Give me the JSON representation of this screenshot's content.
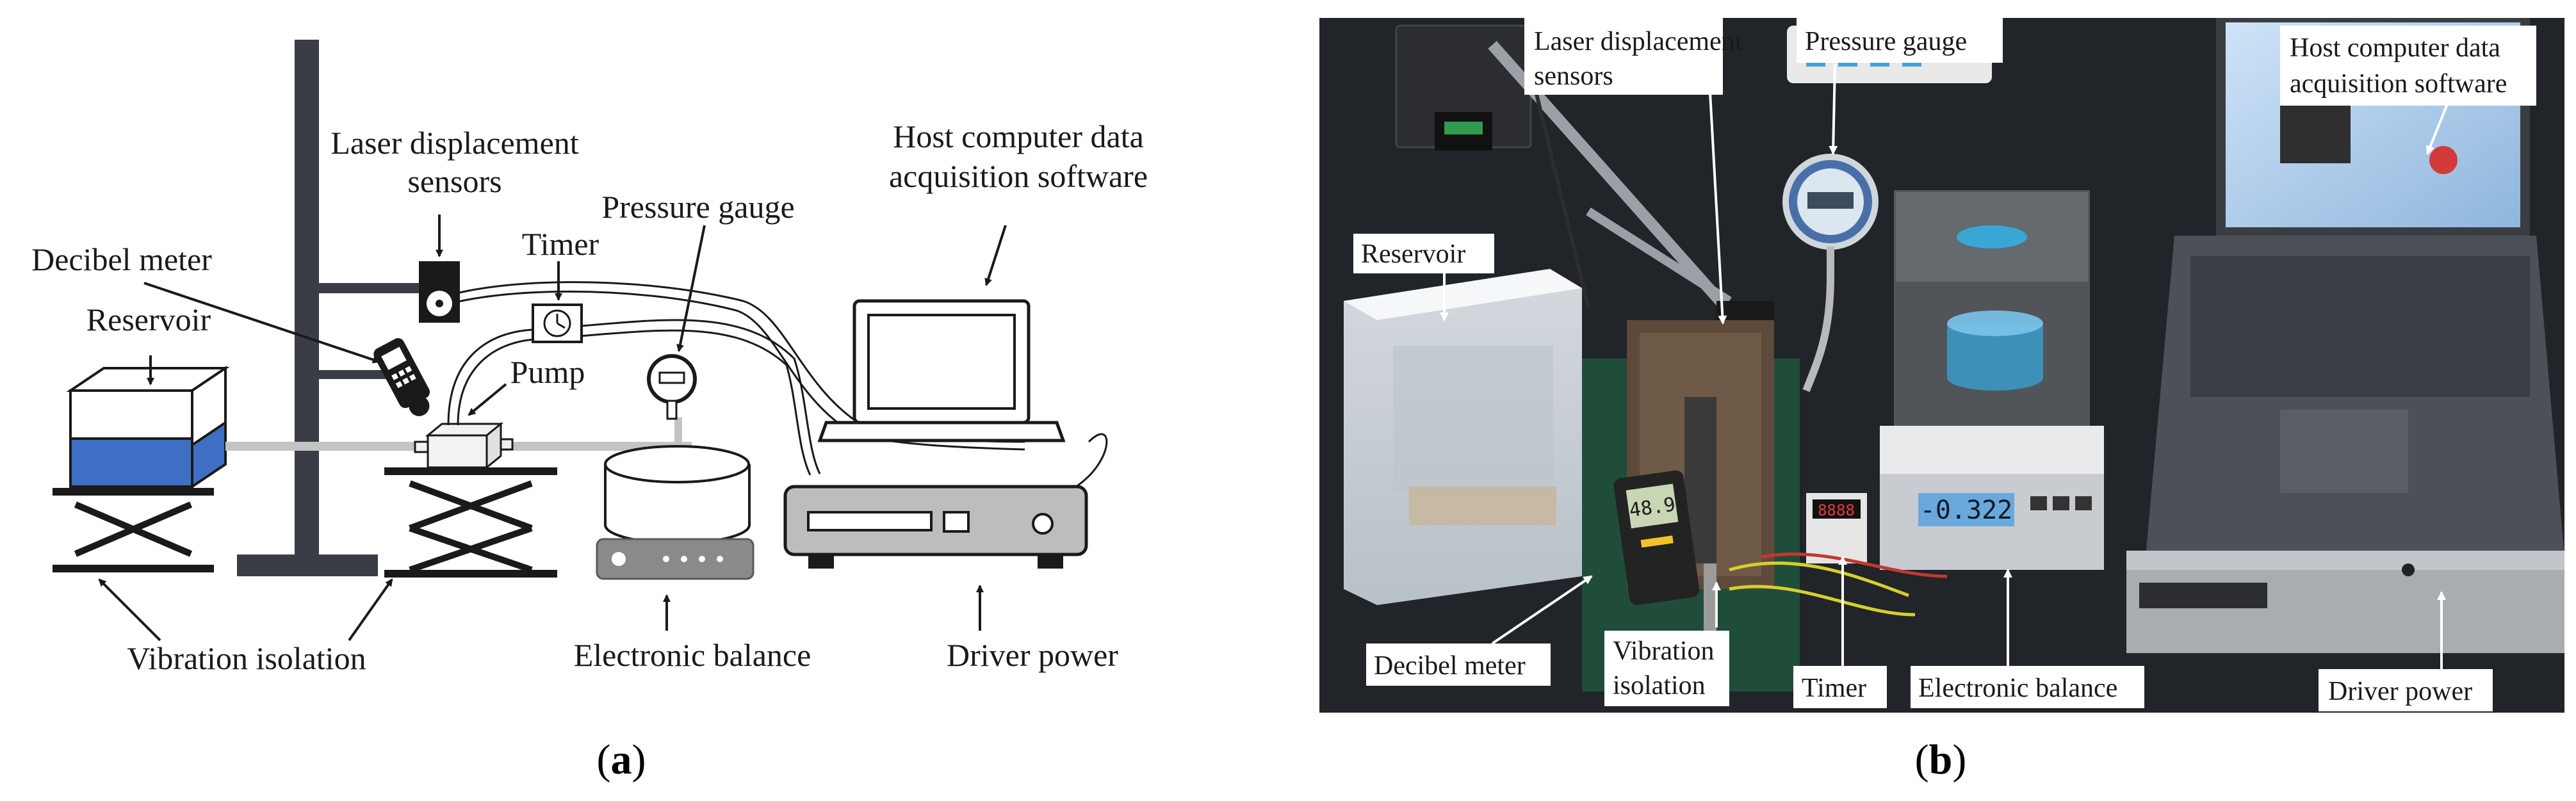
{
  "panel_a": {
    "labels": {
      "laser": [
        "Laser displacement",
        "sensors"
      ],
      "pressure": "Pressure gauge",
      "host": [
        "Host computer data",
        "acquisition software"
      ],
      "timer": "Timer",
      "decibel": "Decibel meter",
      "reservoir": "Reservoir",
      "pump": "Pump",
      "vibration": "Vibration isolation",
      "balance": "Electronic balance",
      "driver": "Driver power"
    },
    "caption": {
      "open": "(",
      "letter": "a",
      "close": ")"
    }
  },
  "panel_b": {
    "labels": {
      "laser": [
        "Laser displacement",
        "sensors"
      ],
      "pressure": "Pressure gauge",
      "host": [
        "Host computer data",
        "acquisition software"
      ],
      "reservoir": "Reservoir",
      "decibel": "Decibel meter",
      "vibration": [
        "Vibration",
        "isolation"
      ],
      "timer": "Timer",
      "balance": "Electronic balance",
      "driver": "Driver power"
    },
    "scale_readout": "-0.322",
    "meter_readout": "48.9",
    "timer_readout": "8888",
    "caption": {
      "open": "(",
      "letter": "b",
      "close": ")"
    }
  },
  "colors": {
    "ink": "#1a1a1a",
    "water": "#3f6fc4",
    "photo_bg": "#1c1e22",
    "mat_green": "#1f4d3a",
    "scale_blue": "#6aa8dc"
  }
}
